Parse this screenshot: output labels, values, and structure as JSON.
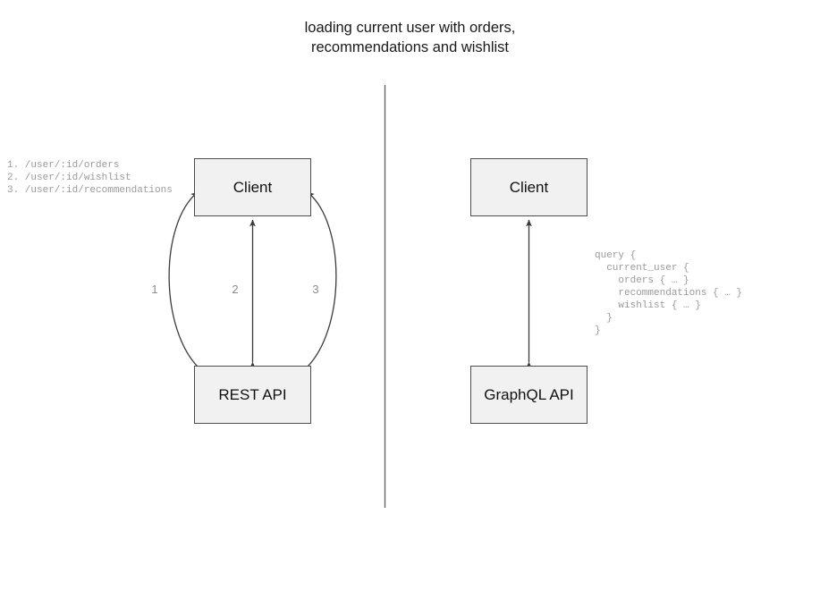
{
  "diagram": {
    "title": "loading current user with orders,\nrecommendations and wishlist",
    "divider": {
      "name": "vertical-divider",
      "color": "#666666"
    },
    "left_panel": {
      "name": "rest-approach",
      "client_box_label": "Client",
      "api_box_label": "REST API",
      "endpoints_text": "1. /user/:id/orders\n2. /user/:id/wishlist\n3. /user/:id/recommendations",
      "endpoints": [
        {
          "number": "1.",
          "path": "/user/:id/orders"
        },
        {
          "number": "2.",
          "path": "/user/:id/wishlist"
        },
        {
          "number": "3.",
          "path": "/user/:id/recommendations"
        }
      ],
      "edge_labels": [
        "1",
        "2",
        "3"
      ],
      "edges": [
        {
          "name": "request-edge-1",
          "label": "1",
          "shape": "curved-left",
          "arrows": "both"
        },
        {
          "name": "request-edge-2",
          "label": "2",
          "shape": "straight",
          "arrows": "both"
        },
        {
          "name": "request-edge-3",
          "label": "3",
          "shape": "curved-right",
          "arrows": "both"
        }
      ]
    },
    "right_panel": {
      "name": "graphql-approach",
      "client_box_label": "Client",
      "api_box_label": "GraphQL API",
      "query_text": "query {\n  current_user {\n    orders { … }\n    recommendations { … }\n    wishlist { … }\n  }\n}",
      "query_lines": [
        "query {",
        "  current_user {",
        "    orders { … }",
        "    recommendations { … }",
        "    wishlist { … }",
        "  }",
        "}"
      ],
      "edges": [
        {
          "name": "query-edge",
          "shape": "straight",
          "arrows": "both"
        }
      ]
    },
    "colors": {
      "box_fill": "#f1f1f1",
      "box_border": "#4d4d4d",
      "edge_stroke": "#3b3b3b",
      "annotation_text": "#9a9a9a",
      "title_text": "#1a1a1a",
      "background": "#ffffff"
    }
  }
}
